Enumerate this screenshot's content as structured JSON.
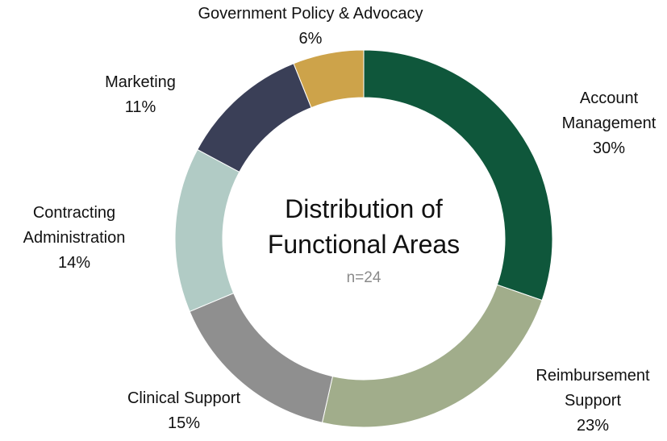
{
  "chart_data": {
    "type": "pie",
    "title_lines": [
      "Distribution of",
      "Functional Areas"
    ],
    "subtitle": "n=24",
    "slices": [
      {
        "label_lines": [
          "Account",
          "Management"
        ],
        "percent_label": "30%",
        "value": 30,
        "color": "#0f573b"
      },
      {
        "label_lines": [
          "Reimbursement",
          "Support"
        ],
        "percent_label": "23%",
        "value": 23,
        "color": "#a1ad8b"
      },
      {
        "label_lines": [
          "Clinical Support"
        ],
        "percent_label": "15%",
        "value": 15,
        "color": "#8f8f8f"
      },
      {
        "label_lines": [
          "Contracting",
          "Administration"
        ],
        "percent_label": "14%",
        "value": 14,
        "color": "#b1cbc5"
      },
      {
        "label_lines": [
          "Marketing"
        ],
        "percent_label": "11%",
        "value": 11,
        "color": "#3a3f57"
      },
      {
        "label_lines": [
          "Government Policy & Advocacy"
        ],
        "percent_label": "6%",
        "value": 6,
        "color": "#cda34a"
      }
    ]
  }
}
